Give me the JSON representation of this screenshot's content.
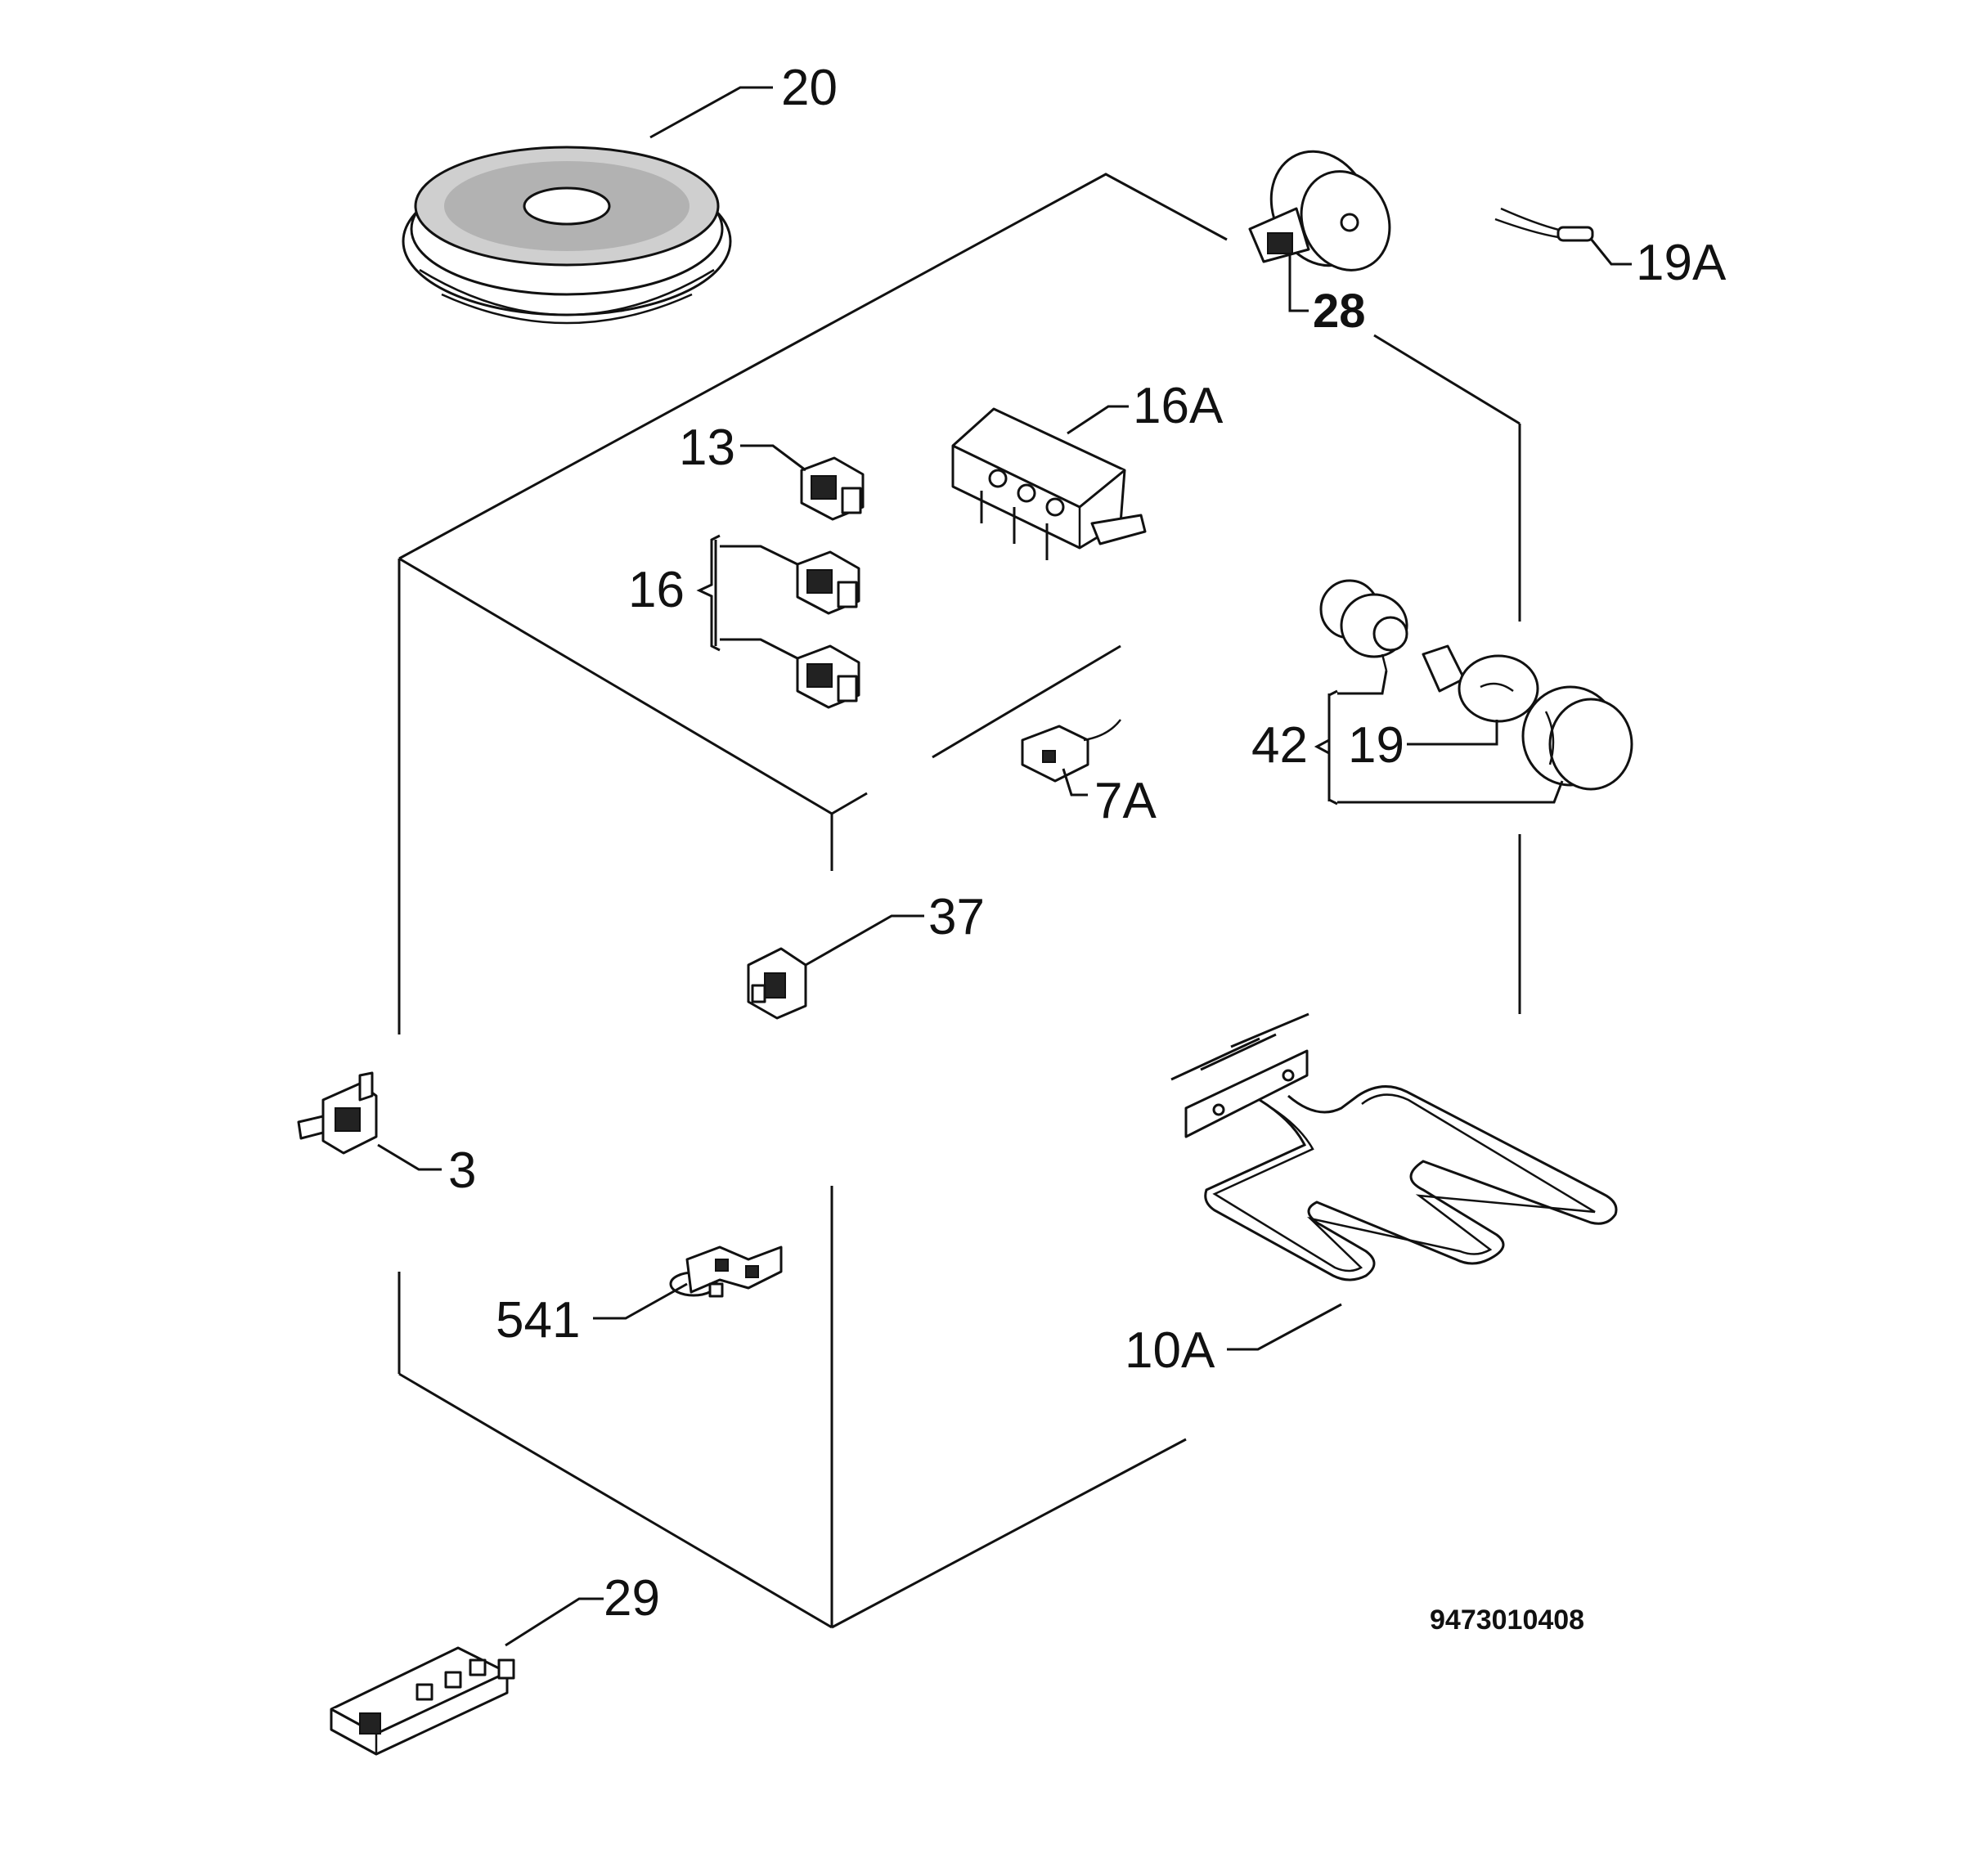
{
  "labels": {
    "l20": "20",
    "l28": "28",
    "l19a": "19A",
    "l16a": "16A",
    "l13": "13",
    "l16": "16",
    "l42": "42",
    "l19": "19",
    "l7a": "7A",
    "l37": "37",
    "l3": "3",
    "l541": "541",
    "l10a": "10A",
    "l29": "29"
  },
  "drawing_number": "9473010408"
}
